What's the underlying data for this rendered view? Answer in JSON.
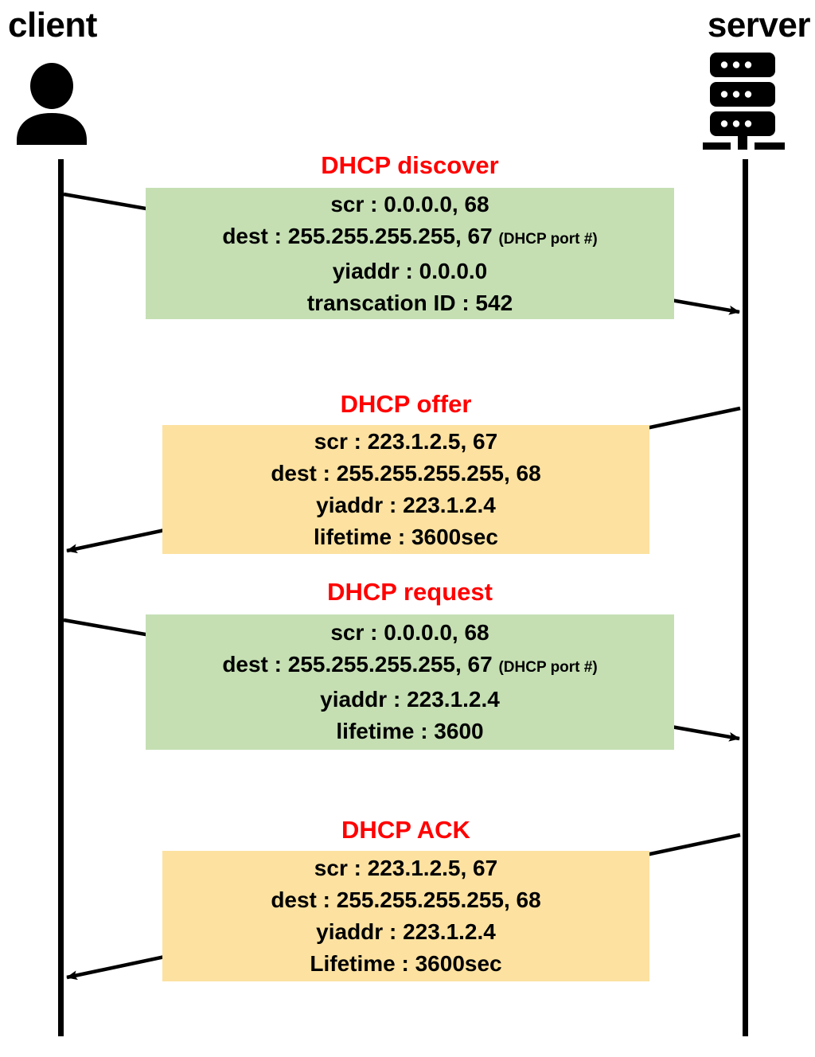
{
  "diagram": {
    "type": "sequence-diagram",
    "title": "DHCP client-server message exchange",
    "colors": {
      "request_box": "#c5dfb3",
      "reply_box": "#fce1a0",
      "message_title": "#ff0000",
      "lifeline": "#000000",
      "background": "#ffffff"
    }
  },
  "endpoints": {
    "left": {
      "label": "client",
      "icon": "person-icon"
    },
    "right": {
      "label": "server",
      "icon": "server-rack-icon"
    }
  },
  "messages": [
    {
      "id": "dhcp-discover",
      "title": "DHCP discover",
      "direction": "client-to-server",
      "box_color": "green",
      "lines": [
        {
          "text": "scr : 0.0.0.0, 68",
          "note": ""
        },
        {
          "text": "dest : 255.255.255.255, 67",
          "note": "(DHCP port #)"
        },
        {
          "text": "yiaddr : 0.0.0.0",
          "note": ""
        },
        {
          "text": "transcation ID : 542",
          "note": ""
        }
      ]
    },
    {
      "id": "dhcp-offer",
      "title": "DHCP offer",
      "direction": "server-to-client",
      "box_color": "yellow",
      "lines": [
        {
          "text": "scr : 223.1.2.5, 67",
          "note": ""
        },
        {
          "text": "dest : 255.255.255.255, 68",
          "note": ""
        },
        {
          "text": "yiaddr : 223.1.2.4",
          "note": ""
        },
        {
          "text": "lifetime : 3600sec",
          "note": ""
        }
      ]
    },
    {
      "id": "dhcp-request",
      "title": "DHCP request",
      "direction": "client-to-server",
      "box_color": "green",
      "lines": [
        {
          "text": "scr : 0.0.0.0, 68",
          "note": ""
        },
        {
          "text": "dest : 255.255.255.255, 67",
          "note": "(DHCP port #)"
        },
        {
          "text": "yiaddr : 223.1.2.4",
          "note": ""
        },
        {
          "text": "lifetime : 3600",
          "note": ""
        }
      ]
    },
    {
      "id": "dhcp-ack",
      "title": "DHCP ACK",
      "direction": "server-to-client",
      "box_color": "yellow",
      "lines": [
        {
          "text": "scr : 223.1.2.5, 67",
          "note": ""
        },
        {
          "text": "dest : 255.255.255.255, 68",
          "note": ""
        },
        {
          "text": "yiaddr : 223.1.2.4",
          "note": ""
        },
        {
          "text": "Lifetime : 3600sec",
          "note": ""
        }
      ]
    }
  ]
}
